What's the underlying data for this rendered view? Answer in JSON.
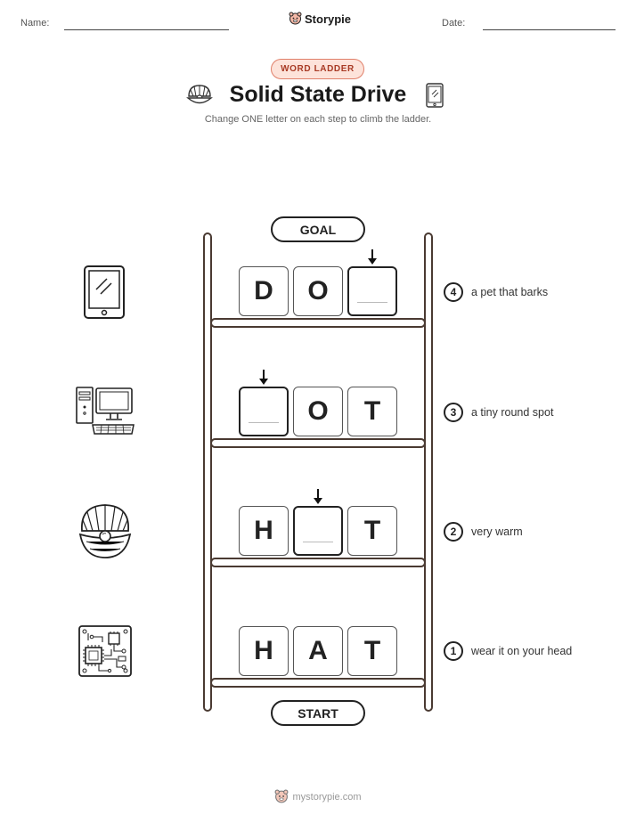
{
  "header": {
    "name_label": "Name:",
    "date_label": "Date:",
    "brand": "Storypie"
  },
  "badge": "WORD LADDER",
  "title": "Solid State Drive",
  "subtitle": "Change ONE letter on each step to climb the ladder.",
  "goal_label": "GOAL",
  "start_label": "START",
  "steps": [
    {
      "number": "4",
      "clue": "a pet that barks",
      "letters": [
        "D",
        "O",
        ""
      ],
      "image": "tablet-icon"
    },
    {
      "number": "3",
      "clue": "a tiny round spot",
      "letters": [
        "",
        "O",
        "T"
      ],
      "image": "computer-icon"
    },
    {
      "number": "2",
      "clue": "very warm",
      "letters": [
        "H",
        "",
        "T"
      ],
      "image": "clam-shell-icon"
    },
    {
      "number": "1",
      "clue": "wear it on your head",
      "letters": [
        "H",
        "A",
        "T"
      ],
      "image": "circuit-board-icon"
    }
  ],
  "footer": "mystorypie.com"
}
